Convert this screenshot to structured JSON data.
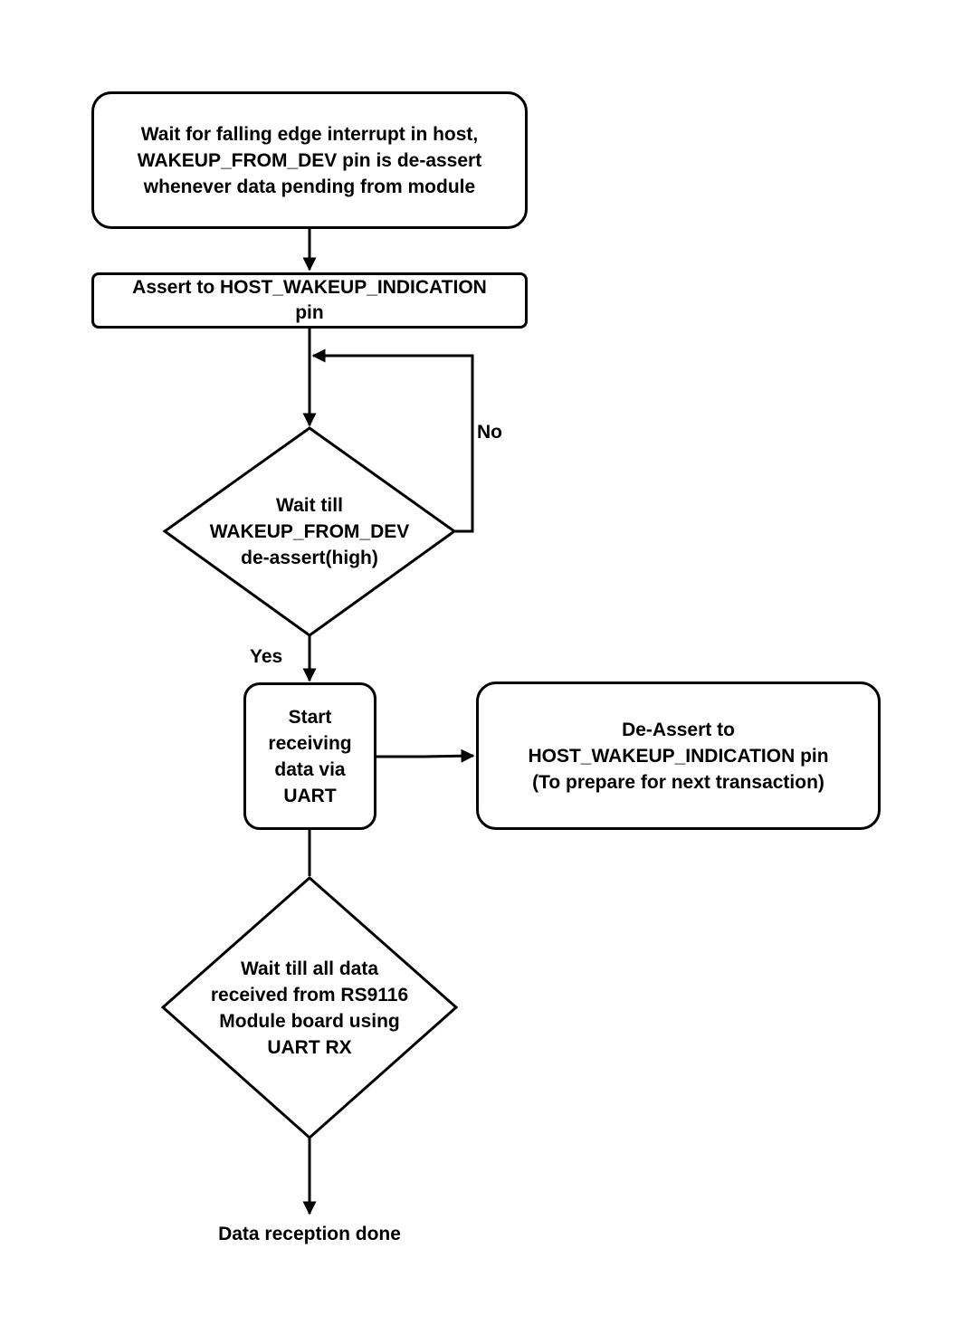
{
  "nodes": {
    "wait_interrupt": {
      "lines": [
        "Wait for falling edge interrupt in host,",
        "WAKEUP_FROM_DEV pin is de-assert",
        "whenever data pending from module"
      ]
    },
    "assert_host_wakeup": {
      "lines": [
        "Assert to HOST_WAKEUP_INDICATION",
        "pin"
      ]
    },
    "wait_deassert": {
      "lines": [
        "Wait till",
        "WAKEUP_FROM_DEV",
        "de-assert(high)"
      ]
    },
    "start_receiving": {
      "lines": [
        "Start",
        "receiving",
        "data via",
        "UART"
      ]
    },
    "deassert_host_wakeup": {
      "lines": [
        "De-Assert to",
        "HOST_WAKEUP_INDICATION pin",
        "(To prepare for next transaction)"
      ]
    },
    "wait_all_data": {
      "lines": [
        "Wait till all data",
        "received from RS9116",
        "Module board using",
        "UART RX"
      ]
    }
  },
  "labels": {
    "no": "No",
    "yes": "Yes",
    "end": "Data reception done"
  }
}
